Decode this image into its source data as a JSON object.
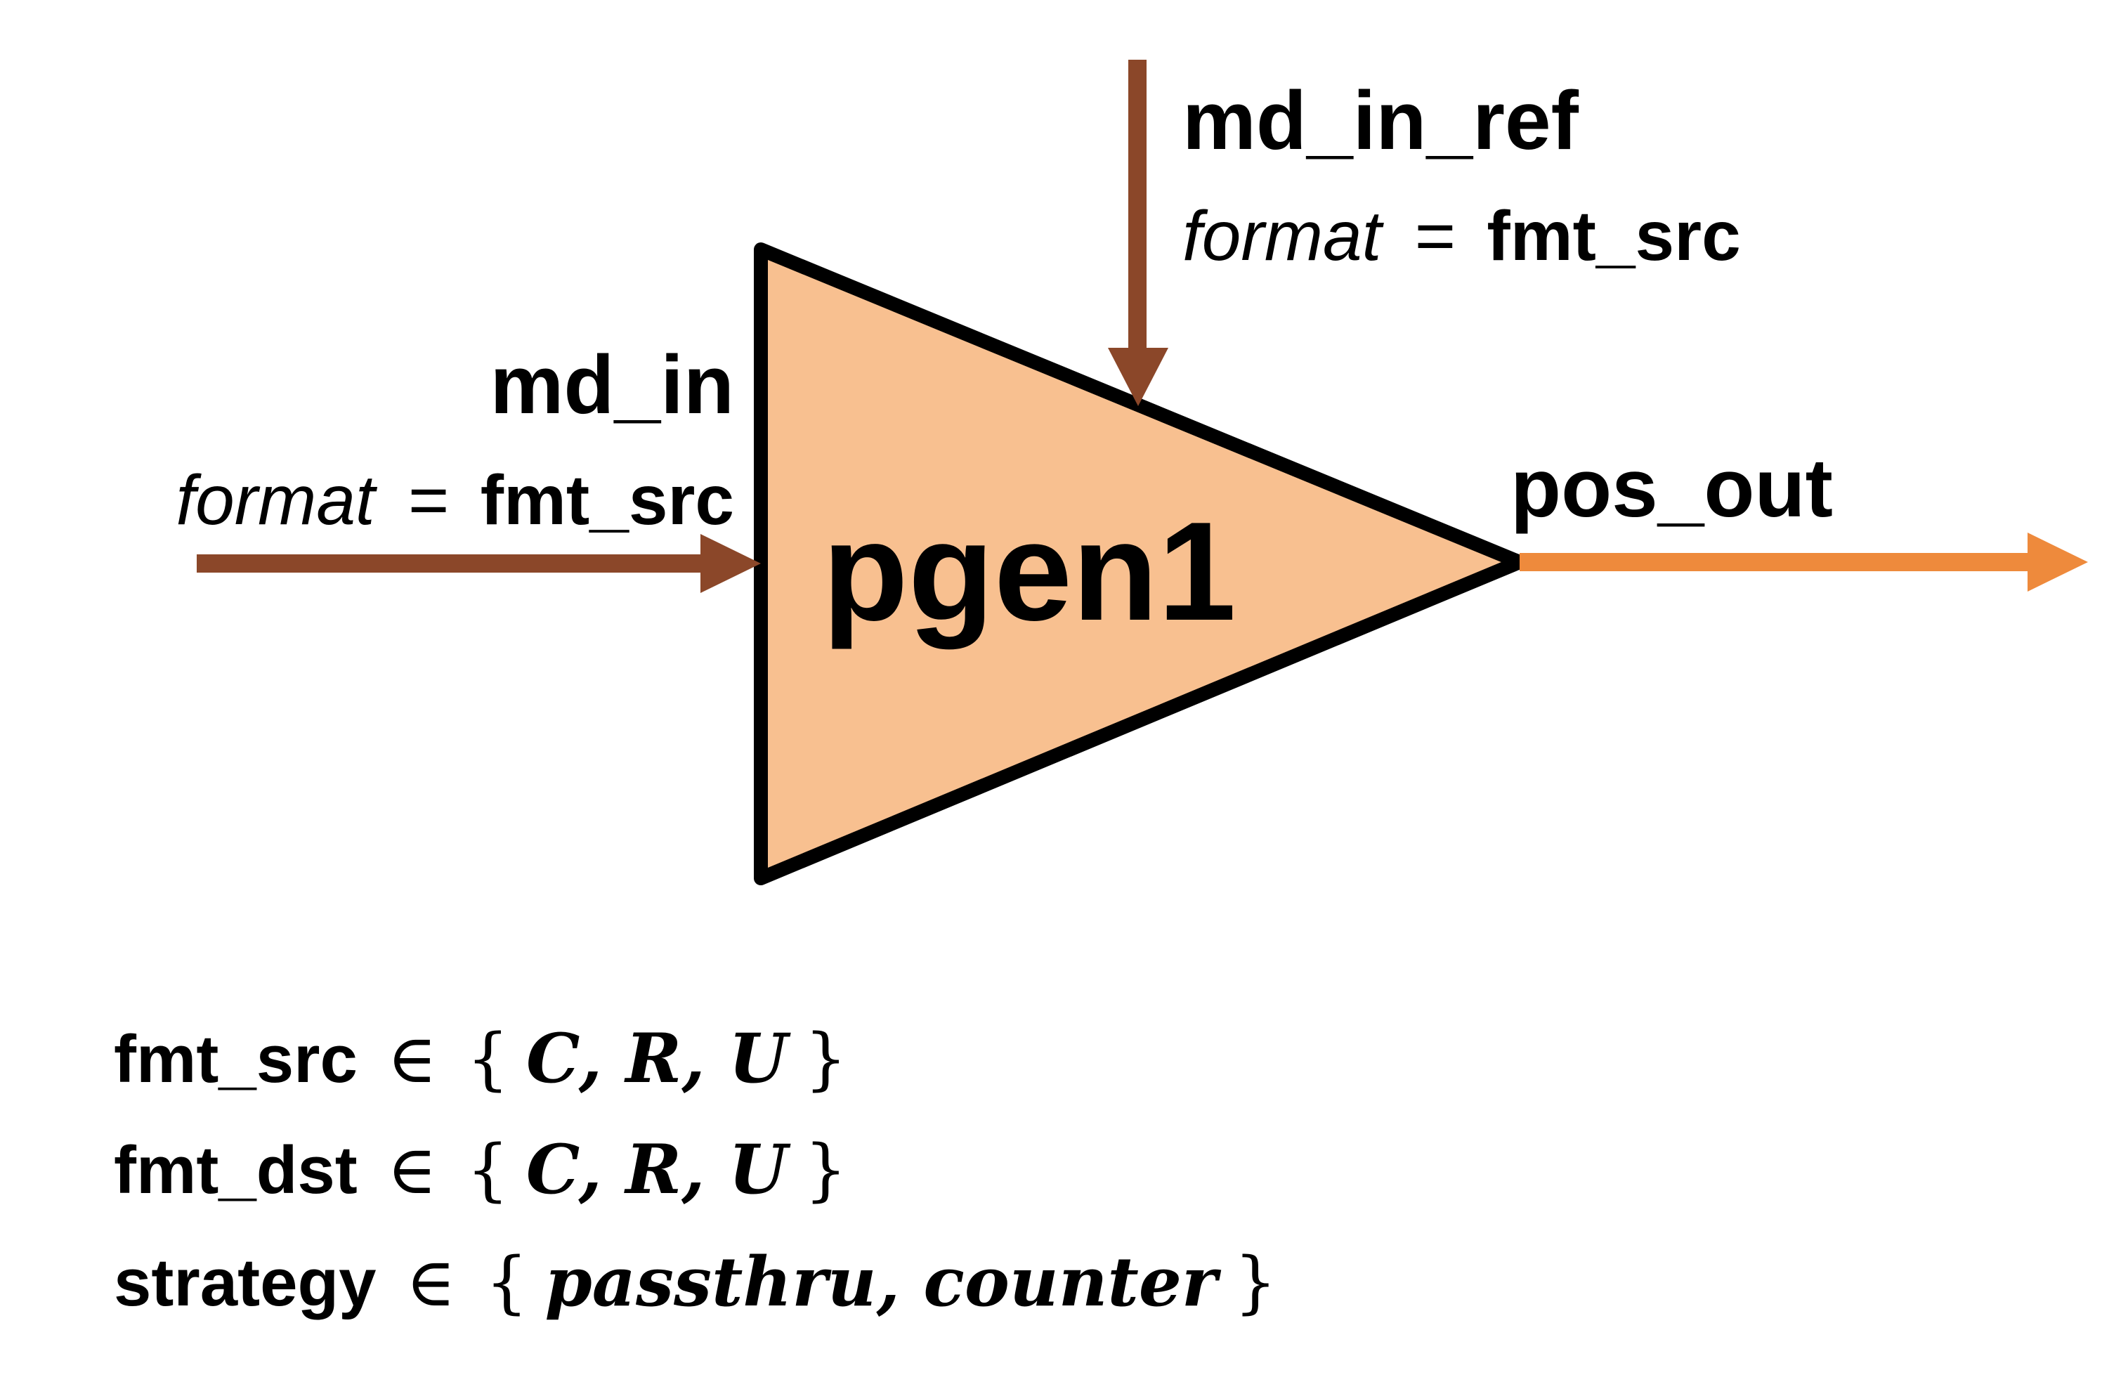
{
  "block": {
    "name": "pgen1",
    "fill_color": "#F8C090",
    "stroke_color": "#000000"
  },
  "colors": {
    "input_arrow": "#8B4729",
    "output_arrow": "#EE8A3C"
  },
  "ports": {
    "md_in_ref": {
      "name": "md_in_ref",
      "format_word": "format",
      "equals": "=",
      "format_value": "fmt_src"
    },
    "md_in": {
      "name": "md_in",
      "format_word": "format",
      "equals": "=",
      "format_value": "fmt_src"
    },
    "pos_out": {
      "name": "pos_out"
    }
  },
  "definitions": [
    {
      "name": "fmt_src",
      "symbol": "∈",
      "open": "{",
      "values": "C, R, U",
      "close": "}"
    },
    {
      "name": "fmt_dst",
      "symbol": "∈",
      "open": "{",
      "values": "C, R, U",
      "close": "}"
    },
    {
      "name": "strategy",
      "symbol": "∈",
      "open": "{",
      "values": "passthru, counter",
      "close": "}"
    }
  ]
}
